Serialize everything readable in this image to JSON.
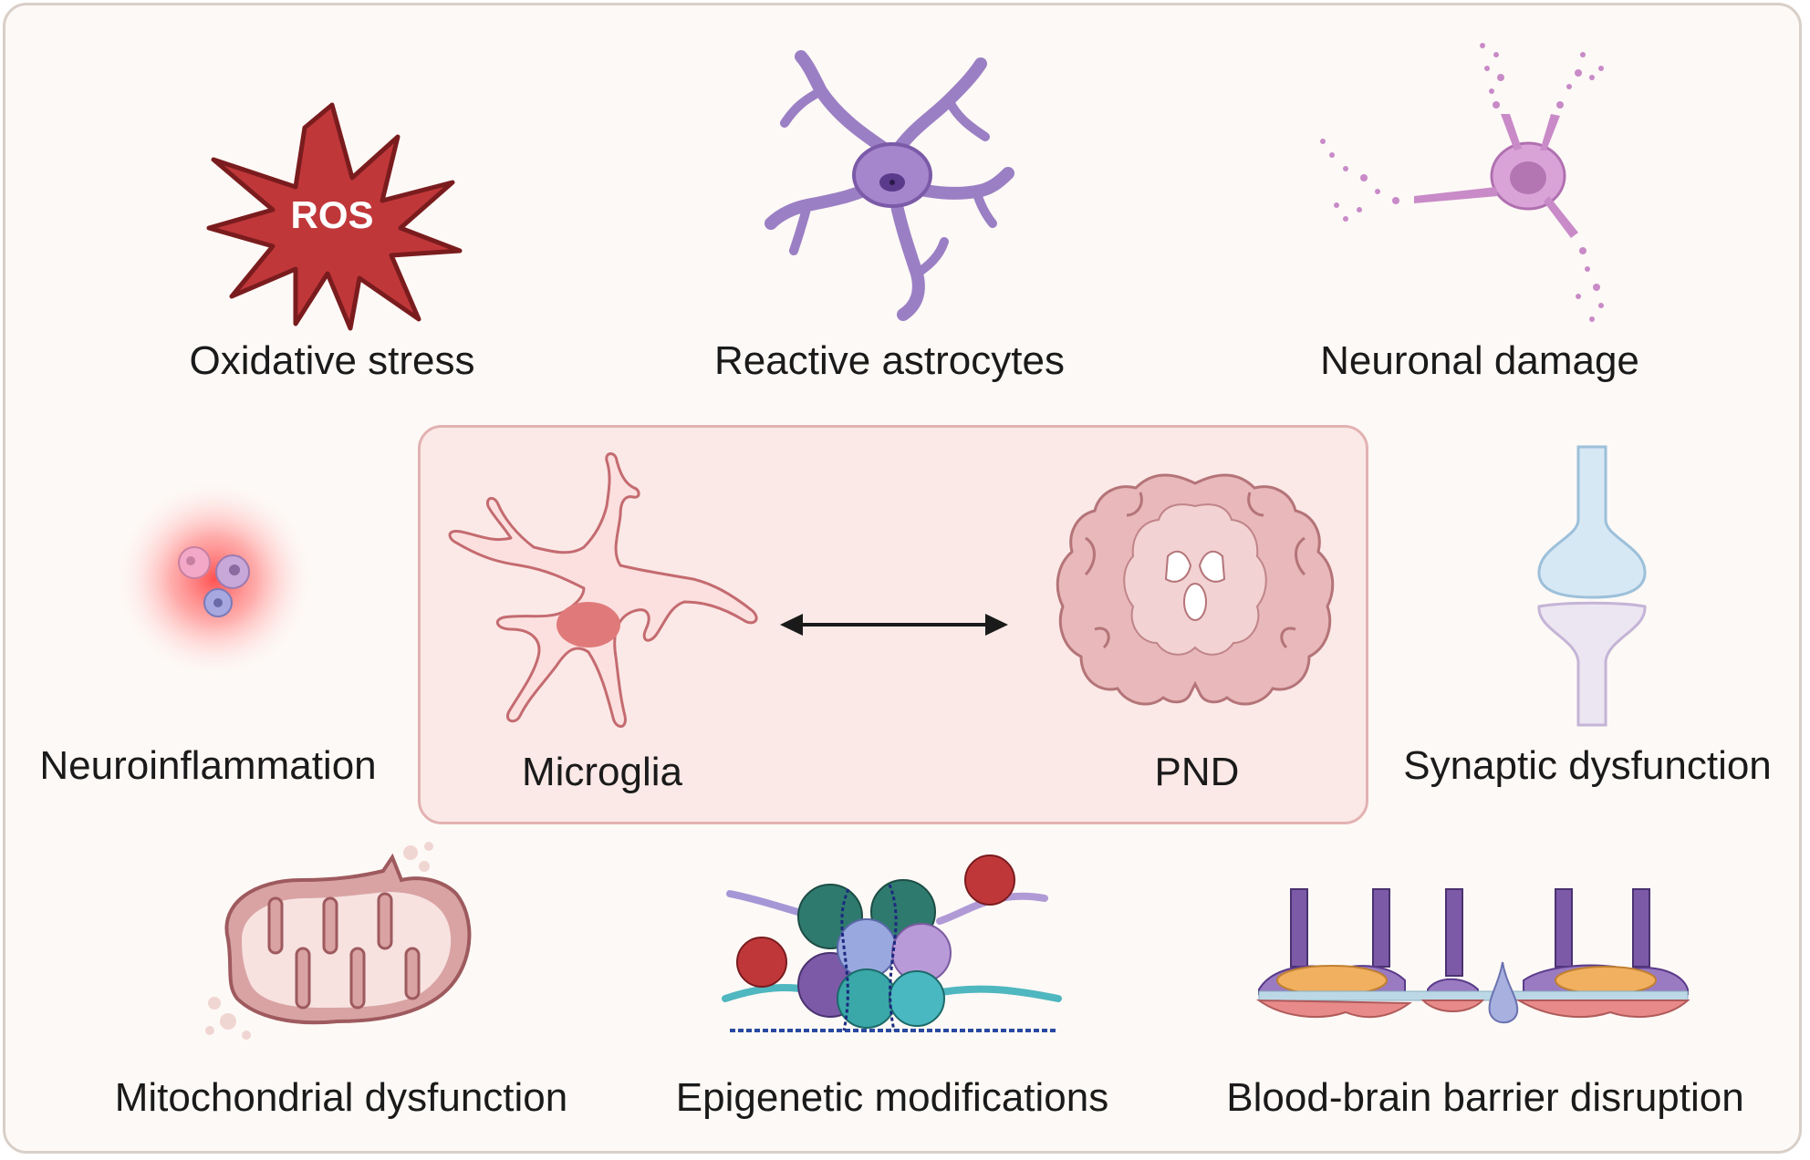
{
  "center": {
    "left_label": "Microglia",
    "right_label": "PND"
  },
  "factors": {
    "ros_text": "ROS",
    "oxidative_stress": "Oxidative stress",
    "reactive_astrocytes": "Reactive astrocytes",
    "neuronal_damage": "Neuronal damage",
    "neuroinflammation": "Neuroinflammation",
    "synaptic_dysfunction": "Synaptic dysfunction",
    "mitochondrial_dysfunction": "Mitochondrial dysfunction",
    "epigenetic_modifications": "Epigenetic modifications",
    "bbb_disruption": "Blood-brain barrier disruption"
  },
  "colors": {
    "ros": "#c0373a",
    "astrocyte": "#9b7fc4",
    "neuron": "#c98ac8",
    "inflammation": "#ff5a5a",
    "microglia_fill": "#fbe0df",
    "microglia_nucleus": "#e07a7a",
    "brain": "#c9898c",
    "synapse_top": "#d6e8f4",
    "synapse_bottom": "#ece6f2",
    "mitochondria": "#c9898a",
    "epigenetic_red": "#c0373a"
  }
}
